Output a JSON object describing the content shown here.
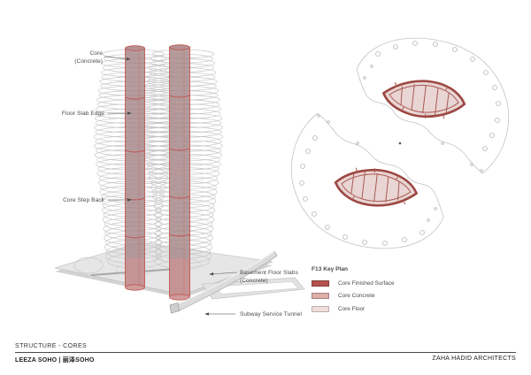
{
  "sheet": {
    "title": "STRUCTURE - CORES",
    "project": "LEEZA SOHO | 丽泽SOHO",
    "firm": "ZAHA HADID ARCHITECTS"
  },
  "axon_labels": {
    "core": "Core\n(Concrete)",
    "floor_slab_edge": "Floor Slab Edge",
    "core_step_back": "Core Step Back",
    "basement": "Basement Floor Slabs\n(Concrete)",
    "subway": "Subway Service Tunnel"
  },
  "key_plan": {
    "title": "F13 Key Plan",
    "legend": [
      {
        "label": "Core Finished Surface",
        "fill": "#b5524d",
        "border": "#84403c"
      },
      {
        "label": "Core Concrete",
        "fill": "#dcafab",
        "border": "#a87f7b"
      },
      {
        "label": "Core Floor",
        "fill": "#eddfdd",
        "border": "#c3aeab"
      }
    ]
  },
  "colors": {
    "core_red_line": "#c04a45",
    "core_body": "#a9898c",
    "core_basement": "#c69393",
    "slab_gray": "#e6e6e7",
    "ring_gray": "#c6c5c5",
    "plan_outline": "#c4c2c2",
    "core_plan_stroke": "#9c4742",
    "core_plan_fill": "#e9d5d3"
  }
}
